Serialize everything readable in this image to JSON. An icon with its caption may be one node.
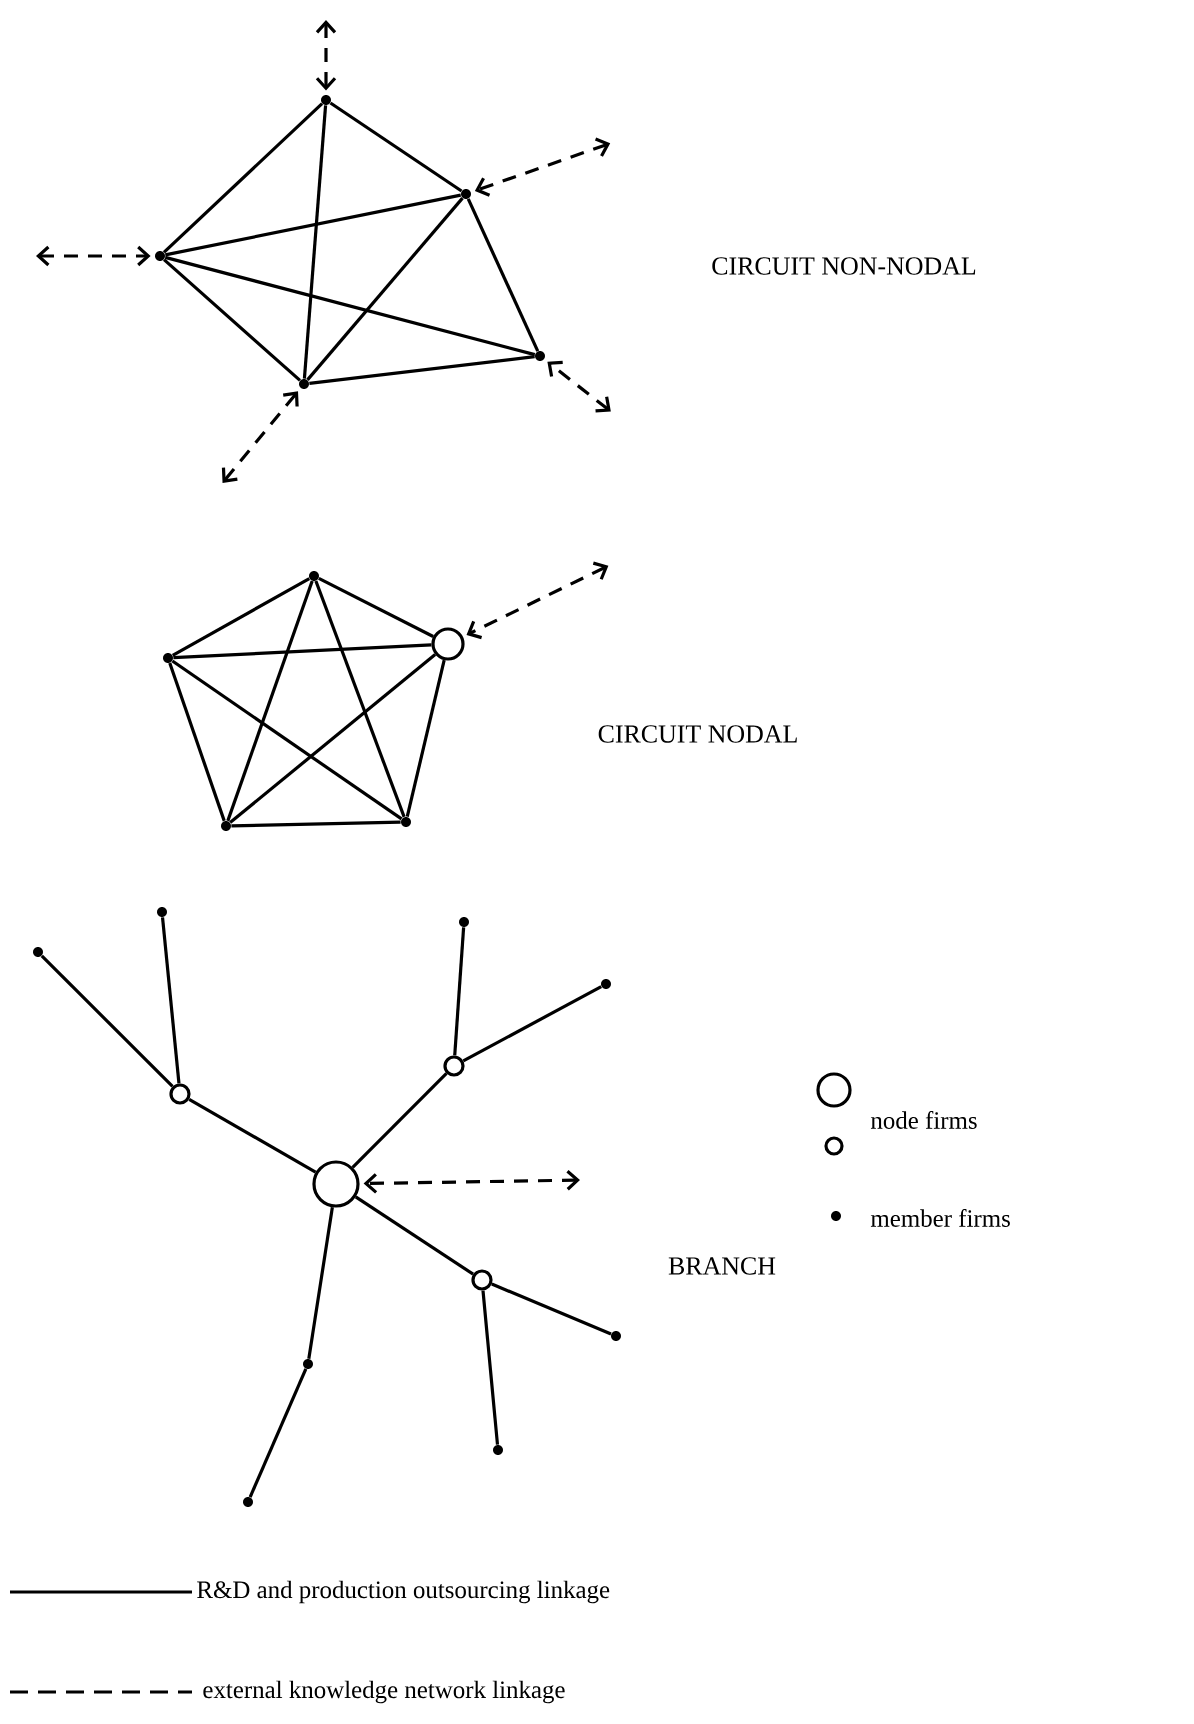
{
  "diagram": {
    "nodes": [
      {
        "text": [],
        "shape": "dot"
      },
      {
        "text": [],
        "shape": "dot"
      },
      {
        "text": [],
        "shape": "dot"
      },
      {
        "text": [],
        "shape": "dot"
      },
      {
        "text": [],
        "shape": "dot"
      },
      {
        "text": [],
        "shape": "dot"
      },
      {
        "text": [],
        "shape": "circle"
      },
      {
        "text": [],
        "shape": "dot"
      },
      {
        "text": [],
        "shape": "dot"
      },
      {
        "text": [],
        "shape": "dot"
      },
      {
        "text": [],
        "shape": "circle"
      },
      {
        "text": [],
        "shape": "circle"
      },
      {
        "text": [],
        "shape": "circle"
      },
      {
        "text": [],
        "shape": "circle"
      },
      {
        "text": [],
        "shape": "dot"
      },
      {
        "text": [],
        "shape": "dot"
      },
      {
        "text": [],
        "shape": "dot"
      },
      {
        "text": [],
        "shape": "dot"
      },
      {
        "text": [],
        "shape": "dot"
      },
      {
        "text": [],
        "shape": "dot"
      },
      {
        "text": [],
        "shape": "dot"
      },
      {
        "text": [],
        "shape": "dot"
      }
    ],
    "edges": [
      {
        "from": 0,
        "to": 1,
        "arrow": "none"
      },
      {
        "from": 0,
        "to": 2,
        "arrow": "none"
      },
      {
        "from": 0,
        "to": 4,
        "arrow": "none"
      },
      {
        "from": 1,
        "to": 2,
        "arrow": "none"
      },
      {
        "from": 1,
        "to": 4,
        "arrow": "none"
      },
      {
        "from": 1,
        "to": 3,
        "arrow": "none"
      },
      {
        "from": 2,
        "to": 3,
        "arrow": "none"
      },
      {
        "from": 2,
        "to": 4,
        "arrow": "none"
      },
      {
        "from": 4,
        "to": 3,
        "arrow": "none"
      },
      {
        "from": null,
        "to": 0,
        "arrow": "both",
        "style": "dashed"
      },
      {
        "from": null,
        "to": 1,
        "arrow": "both",
        "style": "dashed"
      },
      {
        "from": null,
        "to": 2,
        "arrow": "both",
        "style": "dashed"
      },
      {
        "from": null,
        "to": 3,
        "arrow": "both",
        "style": "dashed"
      },
      {
        "from": null,
        "to": 4,
        "arrow": "both",
        "style": "dashed"
      },
      {
        "from": 5,
        "to": 6,
        "arrow": "none"
      },
      {
        "from": 5,
        "to": 7,
        "arrow": "none"
      },
      {
        "from": 5,
        "to": 8,
        "arrow": "none"
      },
      {
        "from": 5,
        "to": 9,
        "arrow": "none"
      },
      {
        "from": 6,
        "to": 7,
        "arrow": "none"
      },
      {
        "from": 6,
        "to": 8,
        "arrow": "none"
      },
      {
        "from": 6,
        "to": 9,
        "arrow": "none"
      },
      {
        "from": 7,
        "to": 8,
        "arrow": "none"
      },
      {
        "from": 7,
        "to": 9,
        "arrow": "none"
      },
      {
        "from": 8,
        "to": 9,
        "arrow": "none"
      },
      {
        "from": null,
        "to": 6,
        "arrow": "both",
        "style": "dashed"
      },
      {
        "from": 10,
        "to": 11,
        "arrow": "none"
      },
      {
        "from": 11,
        "to": 14,
        "arrow": "none"
      },
      {
        "from": 11,
        "to": 15,
        "arrow": "none"
      },
      {
        "from": 10,
        "to": 12,
        "arrow": "none"
      },
      {
        "from": 12,
        "to": 16,
        "arrow": "none"
      },
      {
        "from": 12,
        "to": 17,
        "arrow": "none"
      },
      {
        "from": 10,
        "to": 13,
        "arrow": "none"
      },
      {
        "from": 13,
        "to": 18,
        "arrow": "none"
      },
      {
        "from": 13,
        "to": 19,
        "arrow": "none"
      },
      {
        "from": 10,
        "to": 20,
        "arrow": "none"
      },
      {
        "from": 20,
        "to": 21,
        "arrow": "none"
      },
      {
        "from": null,
        "to": 10,
        "arrow": "both",
        "style": "dashed"
      }
    ],
    "labels": [
      "CIRCUIT NON-NODAL",
      "CIRCUIT NODAL",
      "BRANCH"
    ],
    "legend": [
      {
        "text": "node firms"
      },
      {
        "text": "member firms"
      },
      {
        "text": "R&D and production outsourcing linkage"
      },
      {
        "text": "external knowledge network linkage"
      }
    ]
  }
}
